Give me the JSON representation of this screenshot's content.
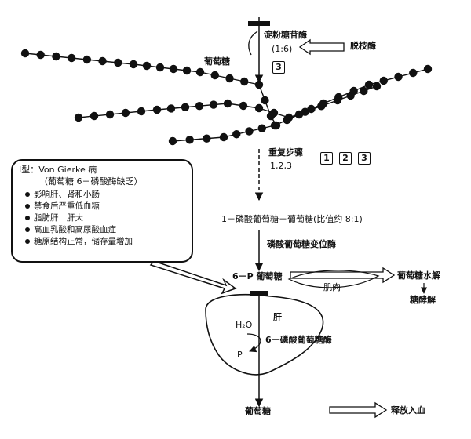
{
  "labels": {
    "debranching_enzyme": "淀粉糖苷酶",
    "bond": "(1:6)",
    "glucose_top": "葡萄糖",
    "debranch_enzyme": "脱枝酶",
    "repeat_steps": "重复步骤",
    "repeat_nums": "1,2,3",
    "ratio": "1－磷酸葡萄糖＋葡萄糖(比值约 8:1)",
    "phosphoglucomutase": "磷酸葡萄糖变位酶",
    "g6p": "6－P 葡萄糖",
    "glycolysis_label": "葡萄糖水解",
    "muscle": "肌肉",
    "glycolysis_end": "糖酵解",
    "liver": "肝",
    "water": "H₂O",
    "pi": "Pᵢ",
    "g6pase": "6－磷酸葡萄糖酶",
    "glucose_bottom": "葡萄糖",
    "release_blood": "释放入血"
  },
  "step_boxes": [
    "1",
    "2",
    "3"
  ],
  "step_box_single": "3",
  "callout": {
    "title": "Ⅰ型：Von Gierke 病",
    "subtitle": "（葡萄糖 6－磷酸酶缺乏）",
    "items": [
      "影响肝、肾和小肠",
      "禁食后严重低血糖",
      "脂肪肝　肝大",
      "高血乳酸和高尿酸血症",
      "糖原结构正常，储存量增加"
    ]
  }
}
